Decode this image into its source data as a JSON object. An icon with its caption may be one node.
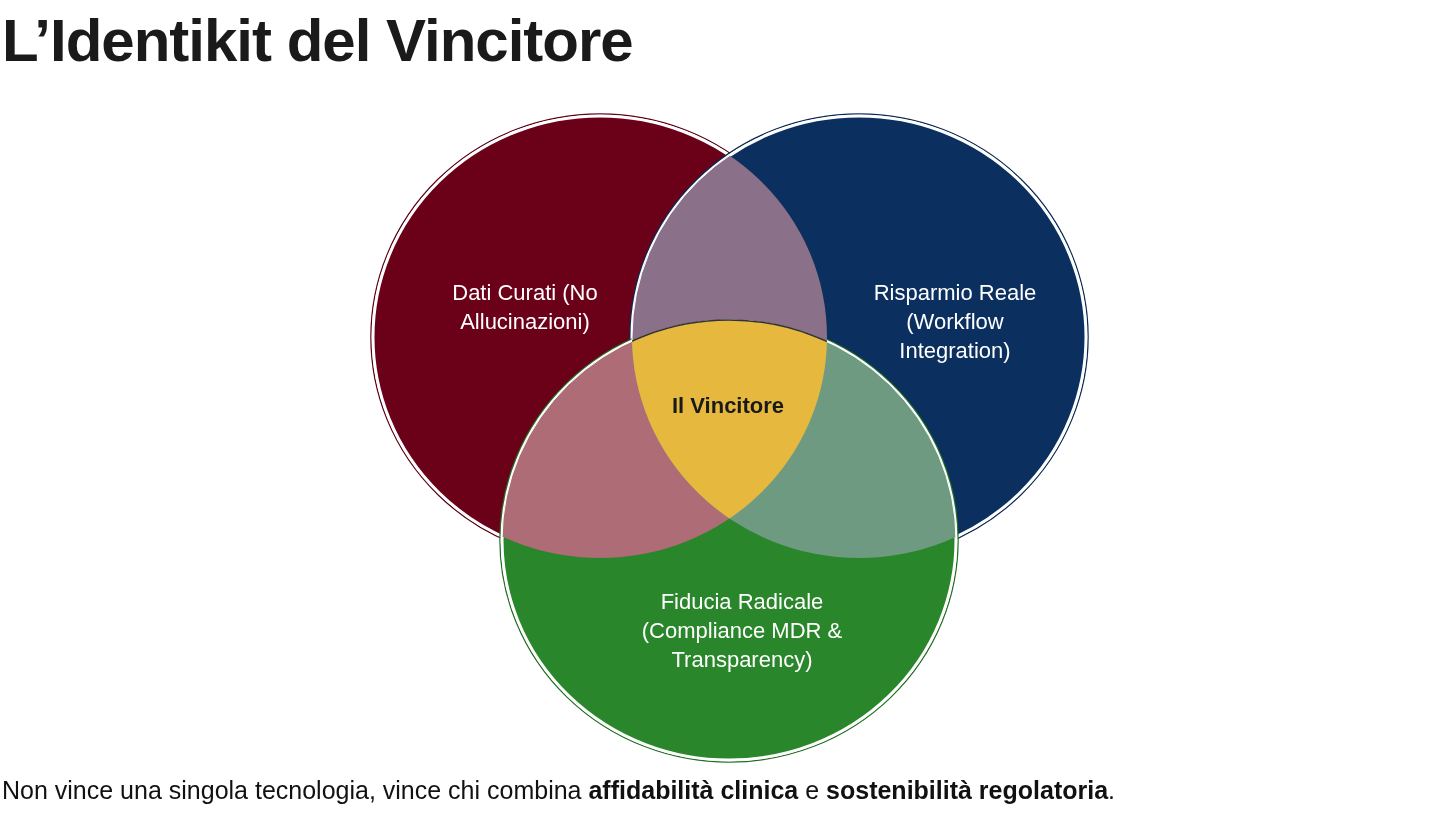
{
  "diagram": {
    "title": "L’Identikit del Vincitore",
    "nodes": [
      {
        "text": [
          "Dati Curati (No Allucinazioni)"
        ]
      },
      {
        "text": [
          "Risparmio Reale (Workflow Integration)"
        ]
      },
      {
        "text": [
          "Fiducia Radicale (Compliance MDR & Transparency)"
        ]
      },
      {
        "text": [
          "Il Vincitore"
        ]
      }
    ],
    "edges": [],
    "caption": "Non vince una singola tecnologia, vince chi combina **affidabilità clinica** e **sostenibilità regolatoria**."
  }
}
